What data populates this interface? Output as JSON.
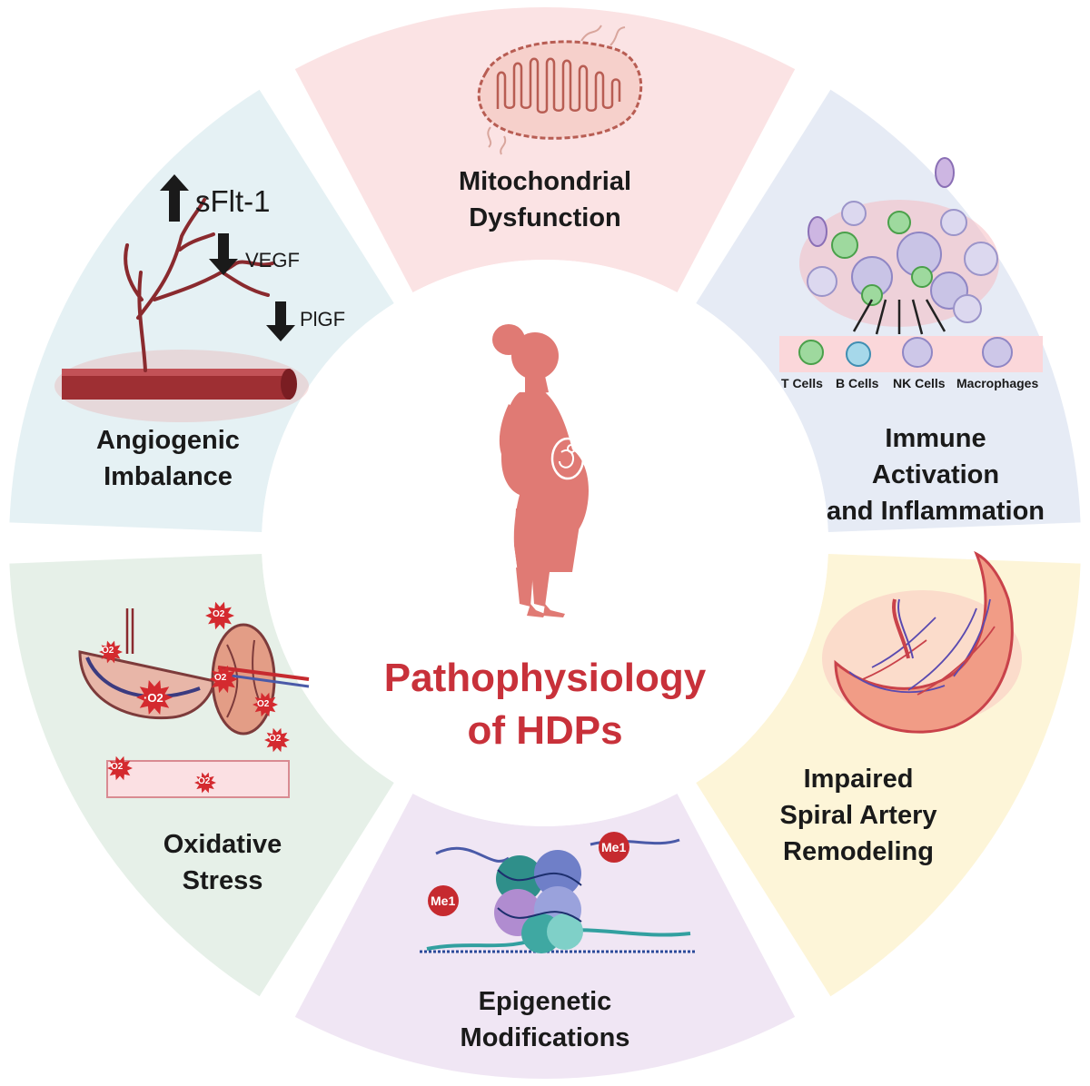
{
  "center": {
    "title_line1": "Pathophysiology",
    "title_line2": "of HDPs",
    "title_color": "#c8313a",
    "figure_color": "#e07a74"
  },
  "segments": [
    {
      "id": "mitochondrial",
      "line1": "Mitochondrial",
      "line2": "Dysfunction",
      "color": "#fbe3e4"
    },
    {
      "id": "immune",
      "line1": "Immune",
      "line2": "Activation",
      "line3": "and Inflammation",
      "color": "#e6ebf5"
    },
    {
      "id": "spiral",
      "line1": "Impaired",
      "line2": "Spiral Artery",
      "line3": "Remodeling",
      "color": "#fdf5d8"
    },
    {
      "id": "epigenetic",
      "line1": "Epigenetic",
      "line2": "Modifications",
      "color": "#f0e6f4"
    },
    {
      "id": "oxidative",
      "line1": "Oxidative",
      "line2": "Stress",
      "color": "#e6f0e8"
    },
    {
      "id": "angiogenic",
      "line1": "Angiogenic",
      "line2": "Imbalance",
      "color": "#e5f1f4"
    }
  ],
  "angiogenic_markers": {
    "sflt": "sFlt-1",
    "vegf": "VEGF",
    "pigf": "PlGF",
    "up_icon": "arrow-up-icon",
    "down_icon": "arrow-down-icon"
  },
  "immune_cells": {
    "t_cells": "T Cells",
    "b_cells": "B Cells",
    "nk_cells": "NK Cells",
    "macrophages": "Macrophages"
  },
  "epigenetic_marks": {
    "mark_a": "Me1",
    "mark_b": "Me1"
  },
  "oxidative_marks": {
    "o2_a": "O2",
    "o2_b": "O2",
    "o2_c": "·O2",
    "o2_d": "O2",
    "o2_e": "O2",
    "o2_f": "O2",
    "o2_g": "O2",
    "o2_h": "O2"
  }
}
